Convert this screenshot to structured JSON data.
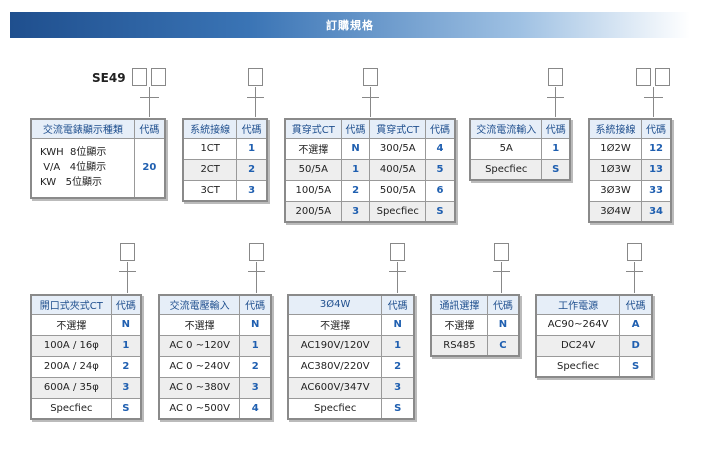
{
  "header": {
    "title": "訂購規格"
  },
  "model_code": "SE49",
  "col_code": "代碼",
  "t1": {
    "head": "交流電錶顯示種類",
    "rows": [
      {
        "a": "KWH",
        "b": "8位顯示"
      },
      {
        "a": "V/A",
        "b": "4位顯示"
      },
      {
        "a": "KW",
        "b": "5位顯示"
      }
    ],
    "code": "20"
  },
  "t2": {
    "head": "系統接線",
    "rows": [
      {
        "label": "1CT",
        "code": "1"
      },
      {
        "label": "2CT",
        "code": "2"
      },
      {
        "label": "3CT",
        "code": "3"
      }
    ]
  },
  "t3": {
    "head": "貫穿式CT",
    "rows": [
      {
        "l1": "不選擇",
        "c1": "N",
        "l2": "300/5A",
        "c2": "4"
      },
      {
        "l1": "50/5A",
        "c1": "1",
        "l2": "400/5A",
        "c2": "5"
      },
      {
        "l1": "100/5A",
        "c1": "2",
        "l2": "500/5A",
        "c2": "6"
      },
      {
        "l1": "200/5A",
        "c1": "3",
        "l2": "Specfiec",
        "c2": "S"
      }
    ]
  },
  "t4": {
    "head": "交流電流輸入",
    "rows": [
      {
        "label": "5A",
        "code": "1"
      },
      {
        "label": "Specfiec",
        "code": "S"
      }
    ]
  },
  "t5": {
    "head": "系統接線",
    "rows": [
      {
        "label": "1Ø2W",
        "code": "12"
      },
      {
        "label": "1Ø3W",
        "code": "13"
      },
      {
        "label": "3Ø3W",
        "code": "33"
      },
      {
        "label": "3Ø4W",
        "code": "34"
      }
    ]
  },
  "t6": {
    "head": "開口式夾式CT",
    "rows": [
      {
        "label": "不選擇",
        "code": "N"
      },
      {
        "label": "100A / 16φ",
        "code": "1"
      },
      {
        "label": "200A / 24φ",
        "code": "2"
      },
      {
        "label": "600A / 35φ",
        "code": "3"
      },
      {
        "label": "Specfiec",
        "code": "S"
      }
    ]
  },
  "t7": {
    "head": "交流電壓輸入",
    "rows": [
      {
        "label": "不選擇",
        "code": "N"
      },
      {
        "label": "AC 0 ~120V",
        "code": "1"
      },
      {
        "label": "AC 0 ~240V",
        "code": "2"
      },
      {
        "label": "AC 0 ~380V",
        "code": "3"
      },
      {
        "label": "AC 0 ~500V",
        "code": "4"
      }
    ]
  },
  "t8": {
    "head": "3Ø4W",
    "rows": [
      {
        "label": "不選擇",
        "code": "N"
      },
      {
        "label": "AC190V/120V",
        "code": "1"
      },
      {
        "label": "AC380V/220V",
        "code": "2"
      },
      {
        "label": "AC600V/347V",
        "code": "3"
      },
      {
        "label": "Specfiec",
        "code": "S"
      }
    ]
  },
  "t9": {
    "head": "通訊選擇",
    "rows": [
      {
        "label": "不選擇",
        "code": "N"
      },
      {
        "label": "RS485",
        "code": "C"
      }
    ]
  },
  "t10": {
    "head": "工作電源",
    "rows": [
      {
        "label": "AC90~264V",
        "code": "A"
      },
      {
        "label": "DC24V",
        "code": "D"
      },
      {
        "label": "Specfiec",
        "code": "S"
      }
    ]
  }
}
